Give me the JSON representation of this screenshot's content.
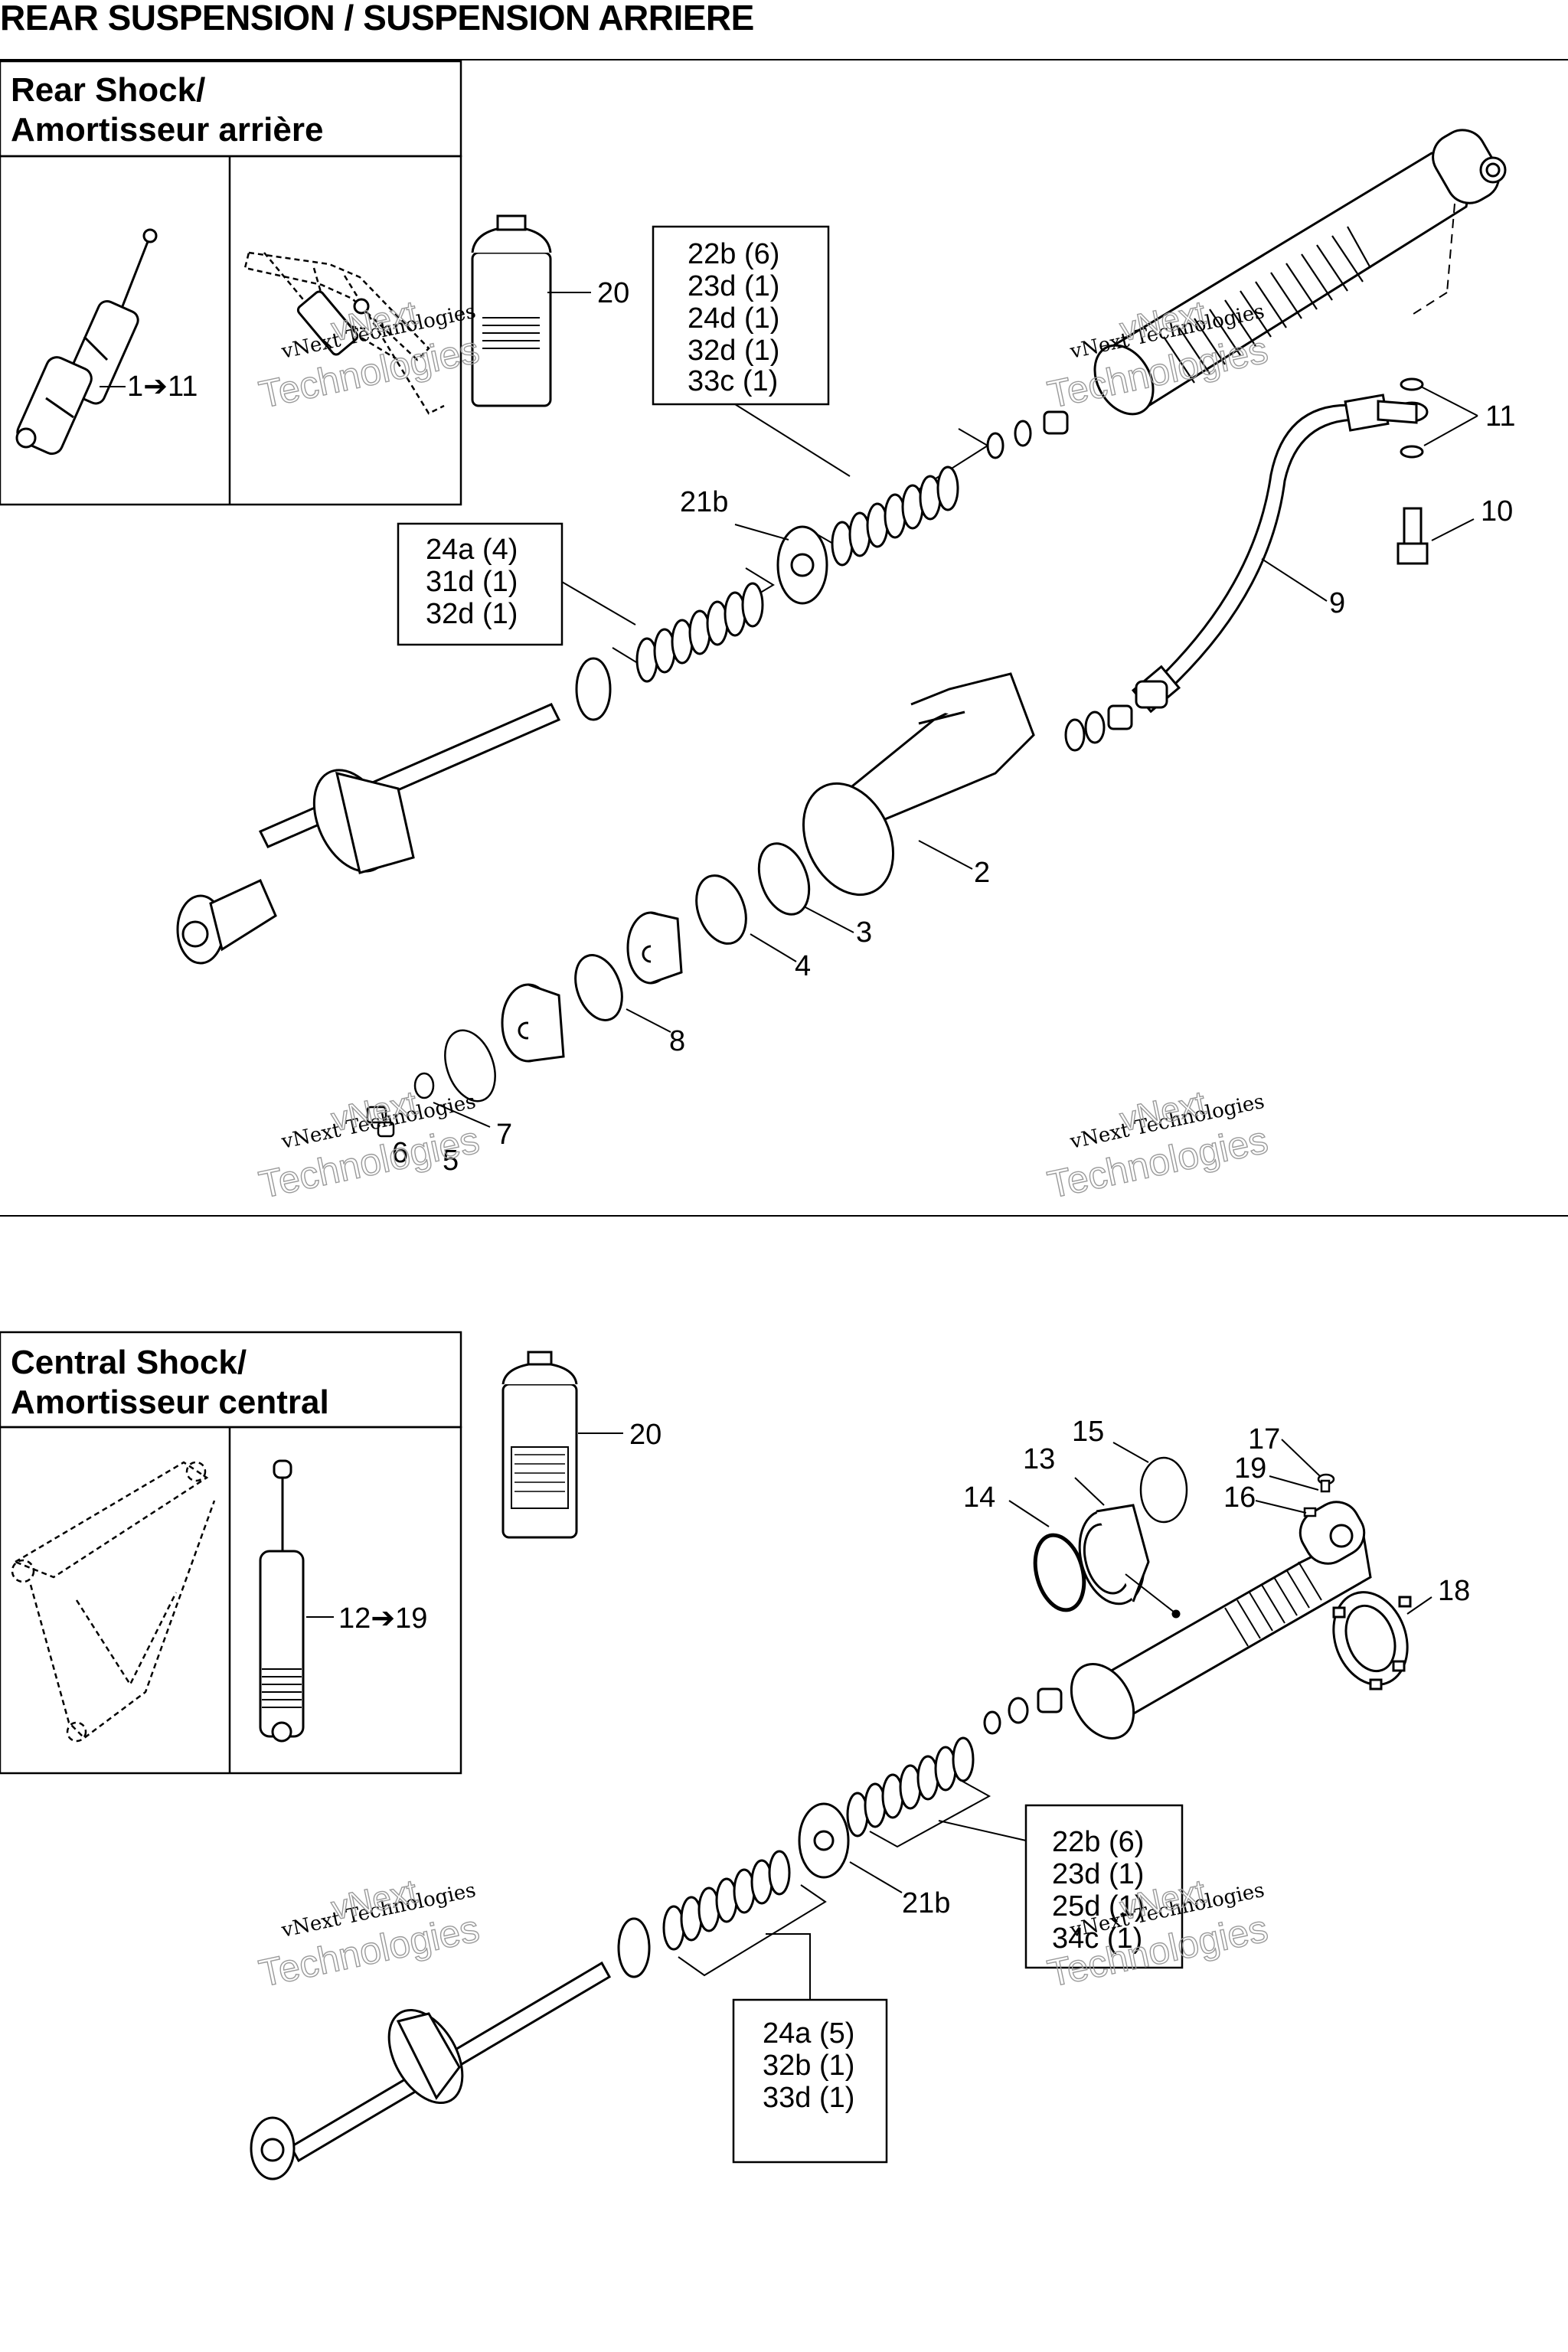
{
  "page": {
    "title": "REAR SUSPENSION / SUSPENSION ARRIERE"
  },
  "rear_section": {
    "heading_line1": "Rear Shock/",
    "heading_line2": "Amortisseur arrière",
    "range_label": "1➔11",
    "bottle_label": "20",
    "kit_upper": [
      "22b (6)",
      "23d (1)",
      "24d (1)",
      "32d (1)",
      "33c (1)"
    ],
    "kit_lower": [
      "24a (4)",
      "31d (1)",
      "32d (1)"
    ],
    "callouts": {
      "c21b": "21b",
      "c11": "11",
      "c10": "10",
      "c9": "9",
      "c2": "2",
      "c3": "3",
      "c4": "4",
      "c8": "8",
      "c7": "7",
      "c6": "6",
      "c5": "5"
    }
  },
  "central_section": {
    "heading_line1": "Central Shock/",
    "heading_line2": "Amortisseur central",
    "range_label": "12➔19",
    "bottle_label": "20",
    "kit_right": [
      "22b (6)",
      "23d (1)",
      "25d (1)",
      "34c (1)"
    ],
    "kit_bottom": [
      "24a (5)",
      "32b (1)",
      "33d (1)"
    ],
    "callouts": {
      "c15": "15",
      "c13": "13",
      "c14": "14",
      "c17": "17",
      "c19": "19",
      "c16": "16",
      "c18": "18",
      "c21b": "21b"
    }
  },
  "watermark": {
    "line1": "vNext Technologies",
    "line2": "vNext",
    "line3": "Technologies"
  }
}
